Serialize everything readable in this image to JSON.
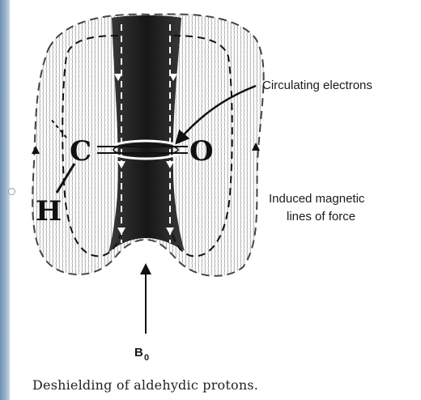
{
  "labels": {
    "circulating": "Circulating electrons",
    "induced_line1": "Induced magnetic",
    "induced_line2": "lines of force",
    "field": "B",
    "field_sub": "0",
    "atom_c": "C",
    "atom_o": "O",
    "atom_h": "H"
  },
  "caption": "Deshielding of aldehydic protons.",
  "colors": {
    "ink": "#111111",
    "shade": "#2a2a2a",
    "strip": "#7f9dc0"
  }
}
